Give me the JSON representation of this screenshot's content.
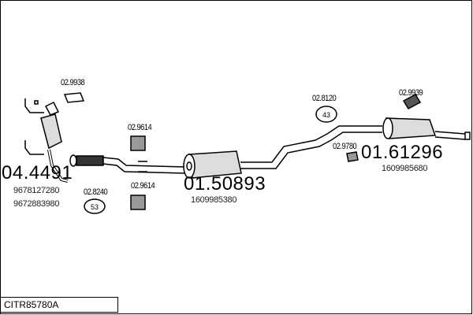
{
  "diagram_code": "CITR85780A",
  "parts": [
    {
      "id": "04.4491",
      "oe": [
        "9678127280",
        "9672883980"
      ]
    },
    {
      "id": "01.50893",
      "oe": [
        "1609985380"
      ]
    },
    {
      "id": "01.61296",
      "oe": [
        "1609985680"
      ]
    }
  ],
  "accessories": [
    "02.9938",
    "02.9614",
    "02.9614",
    "02.8240",
    "02.8120",
    "02.9780",
    "02.9939"
  ],
  "badges": {
    "clamp_8240": "53",
    "clamp_8120": "43"
  }
}
